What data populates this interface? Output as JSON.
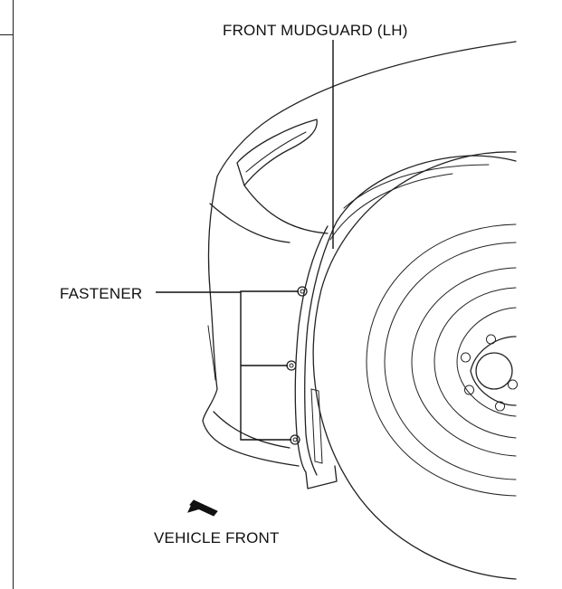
{
  "labels": {
    "front_mudguard": "FRONT MUDGUARD (LH)",
    "fastener": "FASTENER",
    "vehicle_front": "VEHICLE FRONT"
  },
  "colors": {
    "line": "#222222",
    "background": "#ffffff"
  },
  "fastener_count": 3
}
